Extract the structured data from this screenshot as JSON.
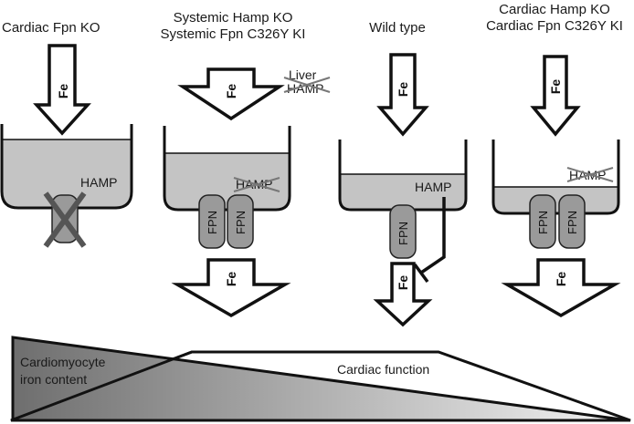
{
  "panels": [
    {
      "title_lines": [
        "Cardiac Fpn KO"
      ],
      "fe_in": "Fe",
      "hamp": "HAMP"
    },
    {
      "title_lines": [
        "Systemic Hamp KO",
        "Systemic Fpn C326Y KI"
      ],
      "fe_in": "Fe",
      "liver_lines": [
        "Liver",
        "HAMP"
      ],
      "hamp": "HAMP",
      "fpn": [
        "FPN",
        "FPN"
      ],
      "fe_out": "Fe"
    },
    {
      "title_lines": [
        "Wild type"
      ],
      "fe_in": "Fe",
      "hamp": "HAMP",
      "fpn": [
        "FPN"
      ],
      "fe_out": "Fe"
    },
    {
      "title_lines": [
        "Cardiac Hamp KO",
        "Cardiac Fpn C326Y KI"
      ],
      "fe_in": "Fe",
      "hamp": "HAMP",
      "fpn": [
        "FPN",
        "FPN"
      ],
      "fe_out": "Fe"
    }
  ],
  "bottom": {
    "iron_lines": [
      "Cardiomyocyte",
      "iron content"
    ],
    "function_label": "Cardiac function"
  }
}
